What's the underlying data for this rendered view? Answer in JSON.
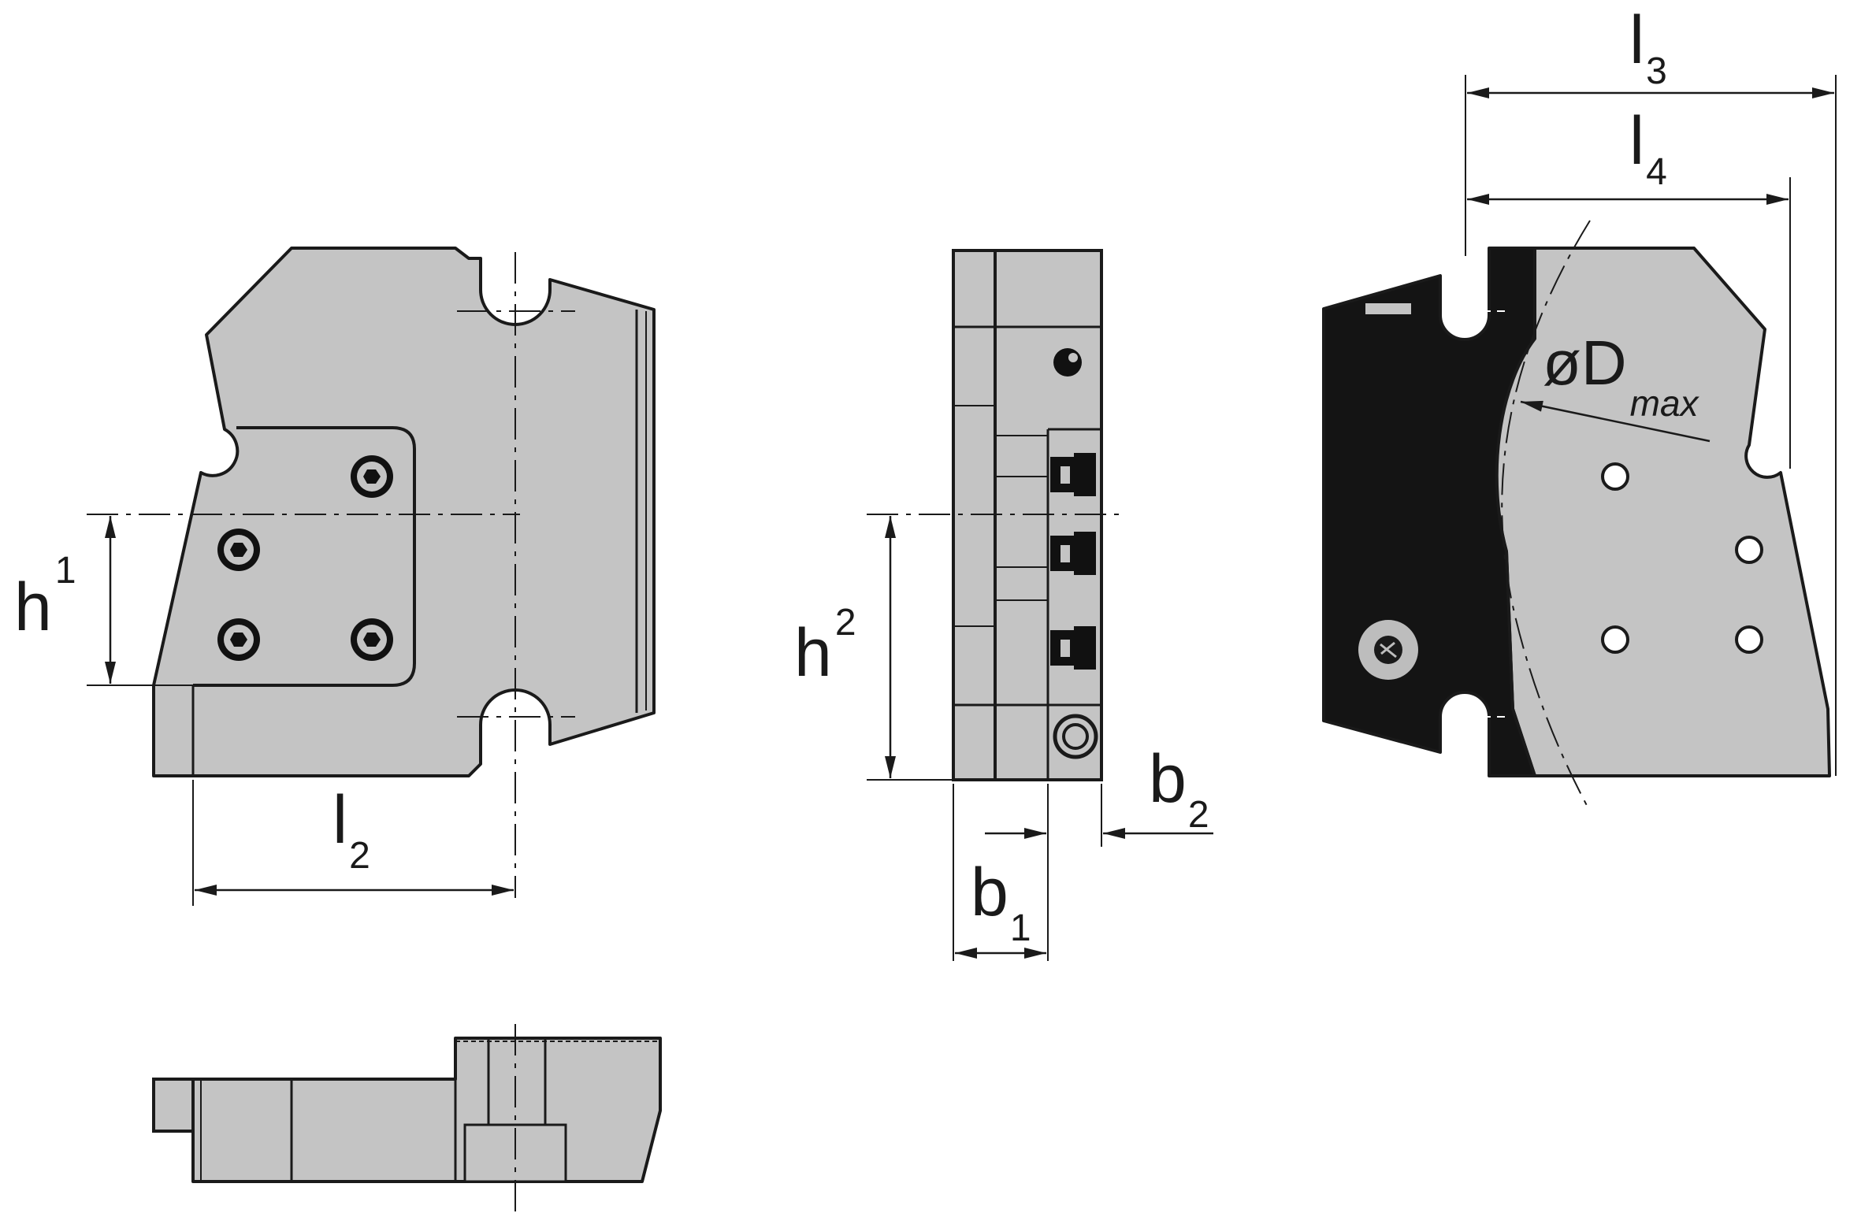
{
  "labels": {
    "h1": {
      "main": "h",
      "sub": "1"
    },
    "h2": {
      "main": "h",
      "sub": "2"
    },
    "l2": {
      "main": "l",
      "sub": "2"
    },
    "l3": {
      "main": "l",
      "sub": "3"
    },
    "l4": {
      "main": "l",
      "sub": "4"
    },
    "b1": {
      "main": "b",
      "sub": "1"
    },
    "b2": {
      "main": "b",
      "sub": "2"
    },
    "dmax": {
      "main": "øD",
      "sub": "max"
    }
  },
  "colors": {
    "part_fill": "#c4c4c4",
    "dark_fill": "#141414",
    "line": "#1a1a1a",
    "background": "#ffffff"
  }
}
